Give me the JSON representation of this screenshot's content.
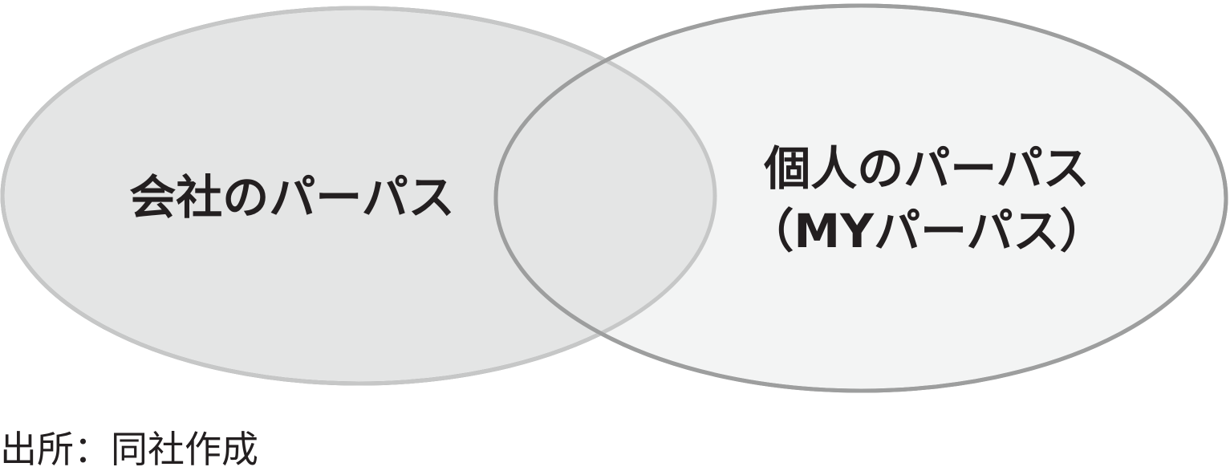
{
  "diagram": {
    "left_circle": {
      "label": "会社のパーパス",
      "fill": "#e4e5e5",
      "stroke": "#9d9e9e"
    },
    "right_circle": {
      "label_line1": "個人のパーパス",
      "label_line2": "（MYパーパス）",
      "fill": "#f3f4f4",
      "stroke": "#9d9e9e"
    }
  },
  "source_note": "出所：同社作成"
}
